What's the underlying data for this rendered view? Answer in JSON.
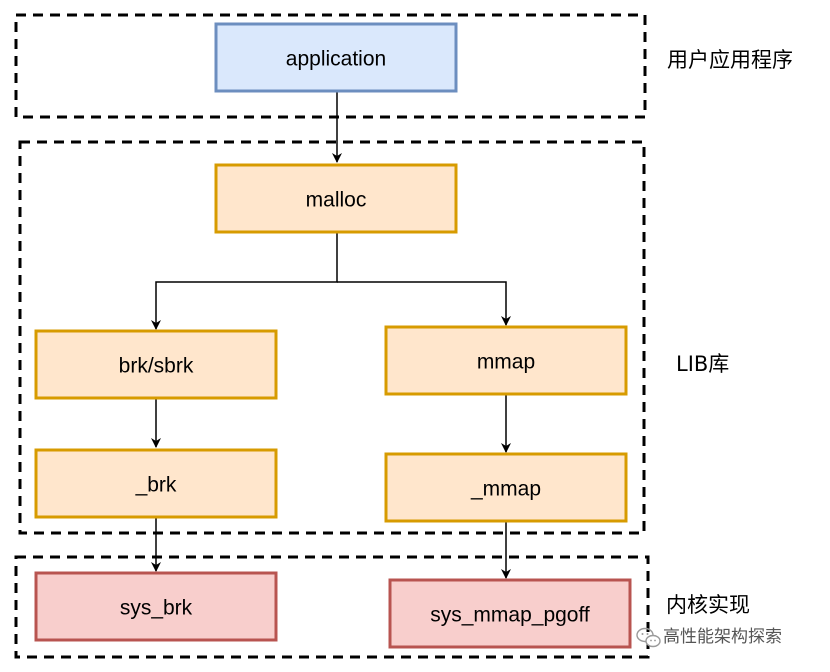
{
  "groups": {
    "user_app": {
      "label": "用户应用程序"
    },
    "lib": {
      "label": "LIB库"
    },
    "kernel": {
      "label": "内核实现"
    }
  },
  "nodes": {
    "application": {
      "label": "application"
    },
    "malloc": {
      "label": "malloc"
    },
    "brk_sbrk": {
      "label": "brk/sbrk"
    },
    "mmap": {
      "label": "mmap"
    },
    "brk": {
      "label": "_brk"
    },
    "mmap_inner": {
      "label": "_mmap"
    },
    "sys_brk": {
      "label": "sys_brk"
    },
    "sys_mmap_pgoff": {
      "label": "sys_mmap_pgoff"
    }
  },
  "watermark": {
    "text": "高性能架构探索"
  },
  "colors": {
    "blue_fill": "#dae8fc",
    "blue_stroke": "#6c8ebf",
    "orange_fill": "#ffe6cc",
    "orange_stroke": "#d79b00",
    "red_fill": "#f8cecc",
    "red_stroke": "#b85450"
  }
}
